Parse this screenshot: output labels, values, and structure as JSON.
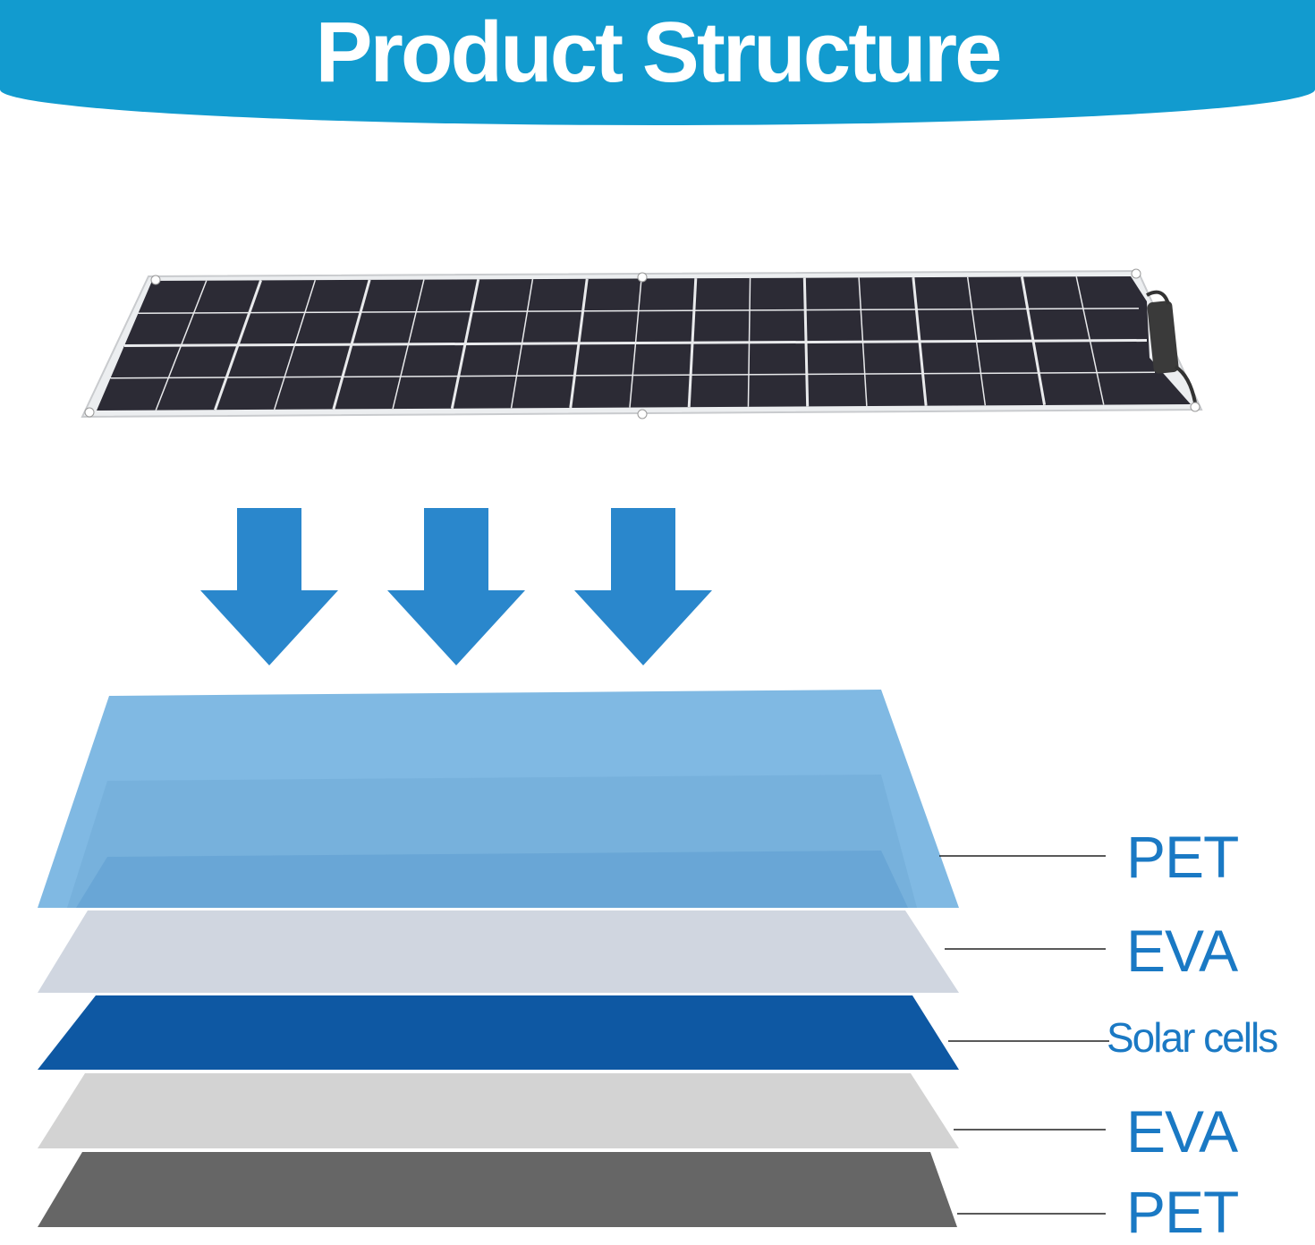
{
  "header": {
    "title": "Product Structure",
    "color": "#129bcf"
  },
  "layers": [
    {
      "name": "PET",
      "color": "#7db8e2"
    },
    {
      "name": "EVA",
      "color": "#d0d6e0"
    },
    {
      "name": "Solar cells",
      "color": "#0e58a3"
    },
    {
      "name": "EVA",
      "color": "#d3d3d3"
    },
    {
      "name": "PET",
      "color": "#666666"
    }
  ],
  "panel": {
    "cell_columns": 18,
    "cell_rows": 4,
    "cell_color": "#2c2b35",
    "frame_color": "#e9eaec"
  },
  "arrows": {
    "count": 3,
    "color": "#2a87cc"
  }
}
